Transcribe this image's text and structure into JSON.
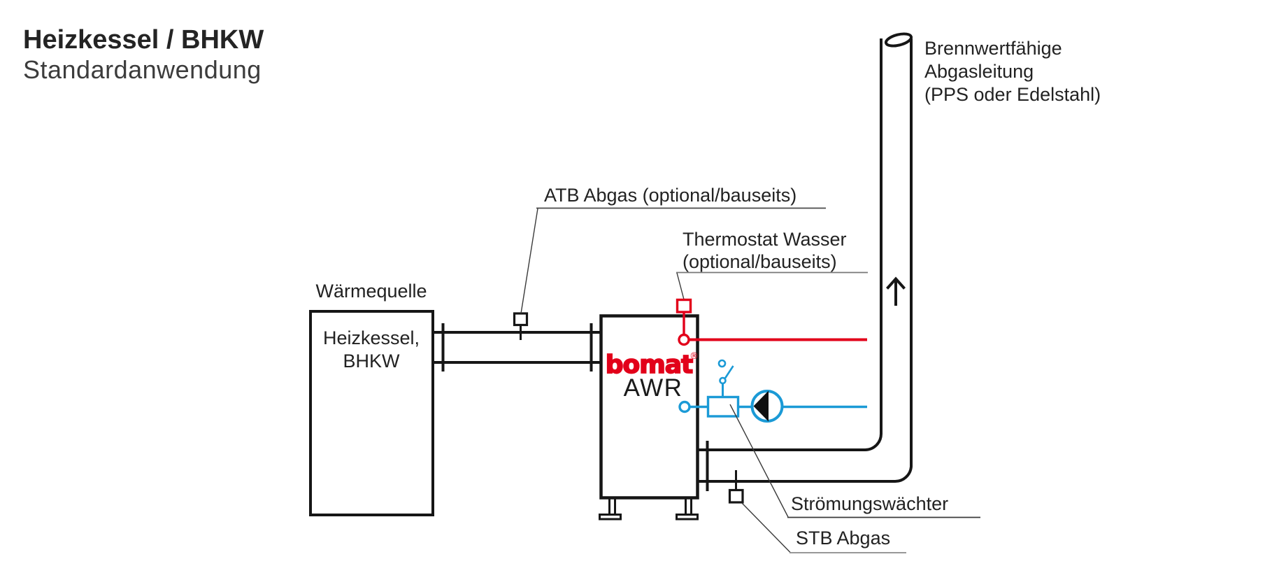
{
  "title": {
    "heading": "Heizkessel / BHKW",
    "subheading": "Standardanwendung"
  },
  "colors": {
    "accent_red": "#e2001a",
    "accent_blue": "#1b9ad6",
    "line_black": "#161616"
  },
  "heat_source": {
    "label": "Wärmequelle",
    "name_line1": "Heizkessel,",
    "name_line2": "BHKW"
  },
  "awr_unit": {
    "brand": "bomat",
    "registered_mark": "®",
    "model": "AWR"
  },
  "annotations": {
    "atb": "ATB Abgas (optional/bauseits)",
    "thermostat_line1": "Thermostat Wasser",
    "thermostat_line2": "(optional/bauseits)",
    "flue_line1": "Brennwertfähige",
    "flue_line2": "Abgasleitung",
    "flue_line3": "(PPS oder Edelstahl)",
    "flow_switch": "Strömungswächter",
    "stb": "STB Abgas"
  }
}
